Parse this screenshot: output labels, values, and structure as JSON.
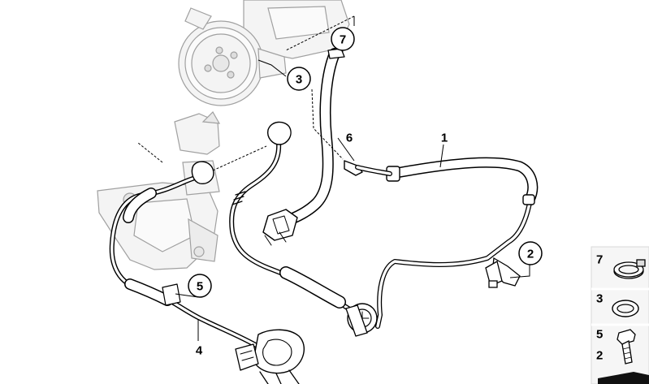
{
  "diagram": {
    "callouts": {
      "c7": "7",
      "c3": "3",
      "c5": "5",
      "c2": "2"
    },
    "labels": {
      "l6": "6",
      "l1": "1",
      "l4": "4"
    },
    "legend": {
      "items": [
        {
          "number": "7",
          "part": "hose-clamp"
        },
        {
          "number": "3",
          "part": "o-ring"
        },
        {
          "number": "5",
          "part": "bolt"
        },
        {
          "number": "2",
          "part": "bolt"
        }
      ]
    },
    "colors": {
      "line": "#000000",
      "ghost": "#9a9a9a",
      "ghost_fill": "#f2f2f2",
      "hose_fill": "#ffffff",
      "legend_bg": "#f5f5f5"
    }
  }
}
